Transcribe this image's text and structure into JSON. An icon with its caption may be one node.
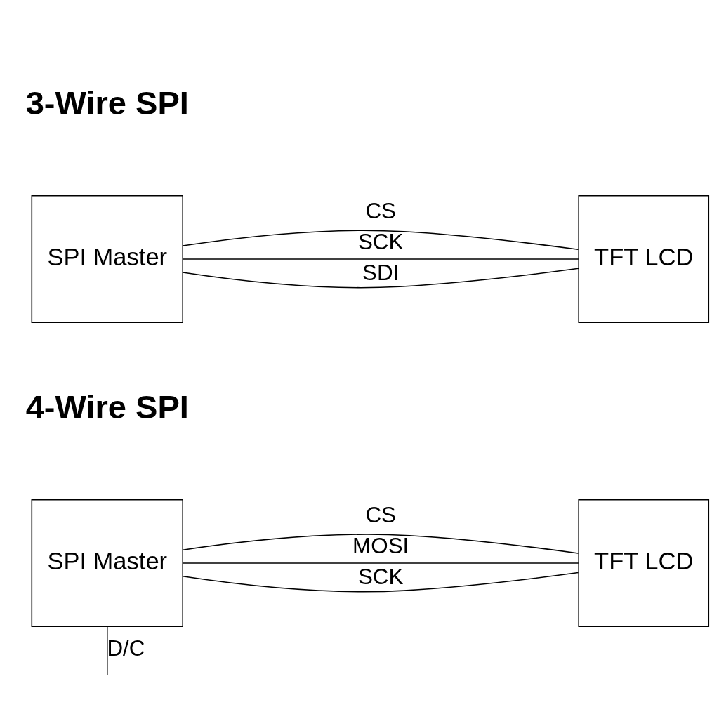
{
  "diagram": {
    "nodes": [
      {
        "text": [
          "SPI Master"
        ]
      },
      {
        "text": [
          "TFT LCD"
        ]
      },
      {
        "text": [
          "SPI Master"
        ]
      },
      {
        "text": [
          "TFT LCD"
        ]
      }
    ],
    "edges": [
      {
        "from": 0,
        "to": 1,
        "arrow": "none",
        "label": "SCK"
      },
      {
        "from": 0,
        "to": 1,
        "arrow": "none",
        "label": "SDI"
      },
      {
        "from": 0,
        "to": 1,
        "arrow": "none",
        "label": "CS"
      },
      {
        "from": 2,
        "to": 3,
        "arrow": "none",
        "label": "SCK"
      },
      {
        "from": 2,
        "to": 3,
        "arrow": "none",
        "label": "MOSI"
      },
      {
        "from": 2,
        "to": 3,
        "arrow": "none",
        "label": "CS"
      },
      {
        "from": 2,
        "to": null,
        "arrow": "none",
        "label": "D/C"
      }
    ],
    "labels": [
      "3-Wire SPI",
      "4-Wire SPI"
    ]
  }
}
